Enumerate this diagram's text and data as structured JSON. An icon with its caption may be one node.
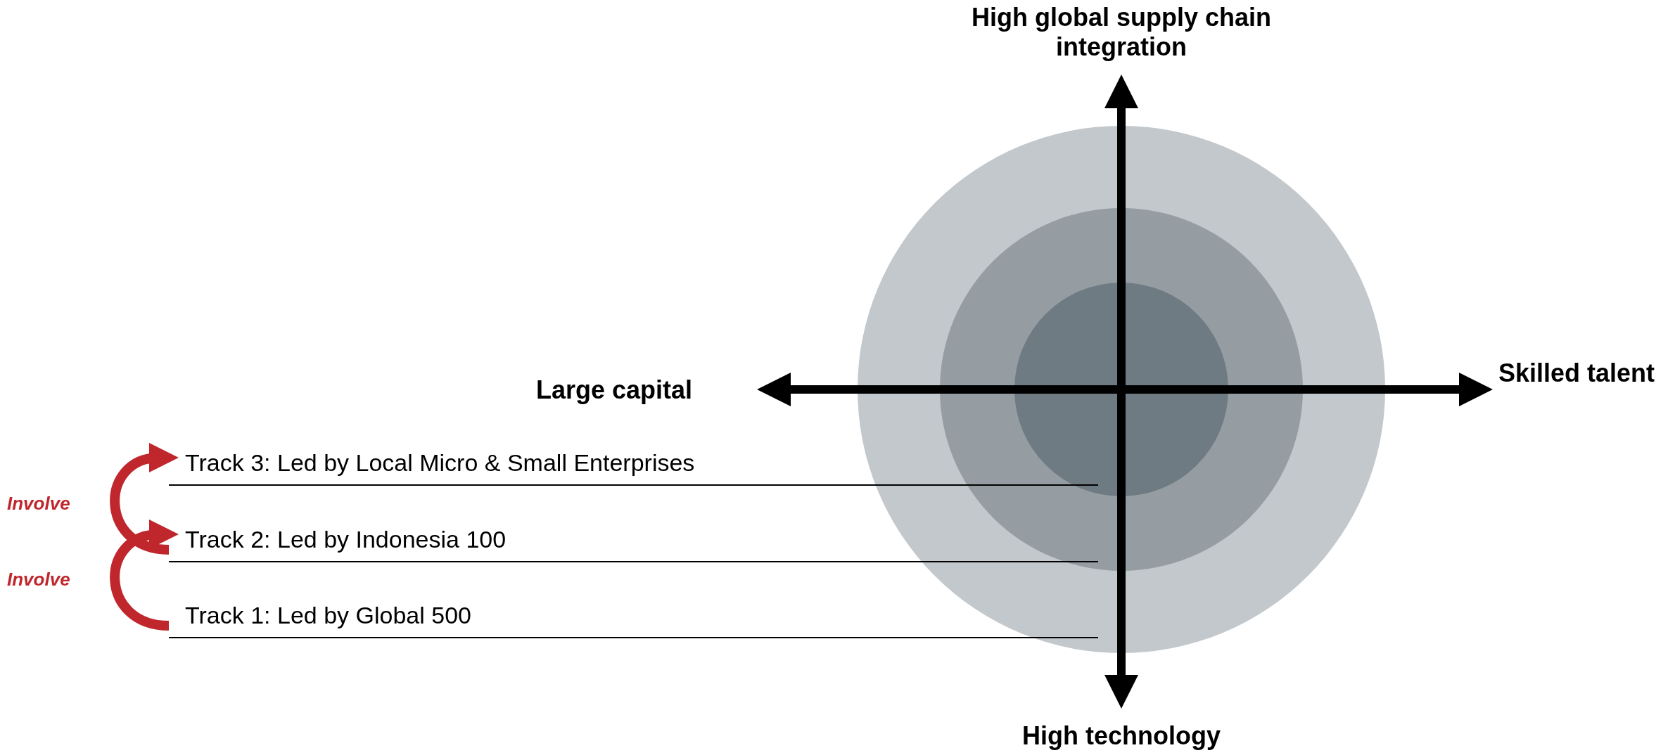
{
  "diagram": {
    "nodes": [
      {
        "text": [
          "Track 3: Led by Local Micro & Small Enterprises"
        ]
      },
      {
        "text": [
          "Track 2: Led by Indonesia 100"
        ]
      },
      {
        "text": [
          "Track 1: Led by Global 500"
        ]
      }
    ],
    "edges": [
      {
        "from": 2,
        "to": 1,
        "arrow": "to",
        "label": "Involve"
      },
      {
        "from": 1,
        "to": 0,
        "arrow": "to",
        "label": "Involve"
      }
    ],
    "labels": [
      "High global supply chain integration",
      "Large capital",
      "Skilled talent",
      "High technology"
    ]
  }
}
